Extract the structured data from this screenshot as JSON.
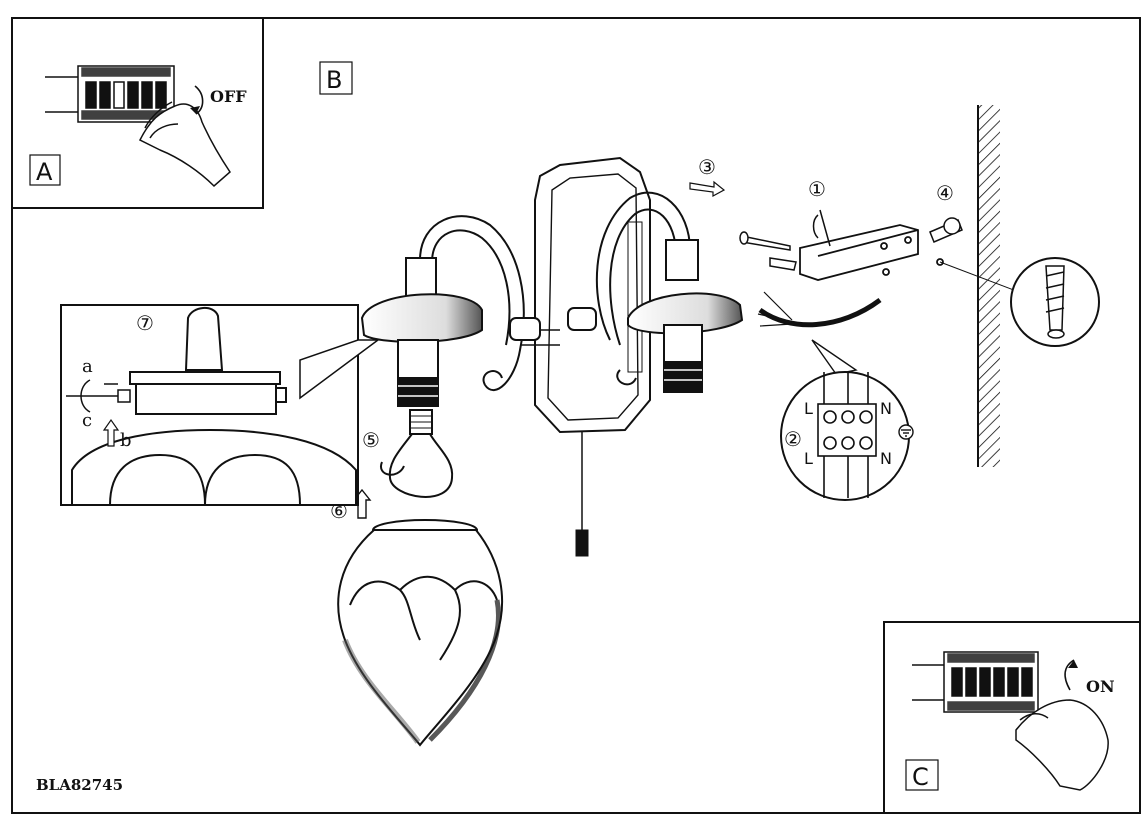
{
  "panels": {
    "A": {
      "label": "A",
      "switch_text": "OFF"
    },
    "B": {
      "label": "B"
    },
    "C": {
      "label": "C",
      "switch_text": "ON"
    }
  },
  "steps": {
    "s1": "①",
    "s2": "②",
    "s3": "③",
    "s4": "④",
    "s5": "⑤",
    "s6": "⑥",
    "s7": "⑦"
  },
  "screw_labels": {
    "a": "a",
    "b": "b",
    "c": "c"
  },
  "terminal_labels": {
    "L_top": "L",
    "N_top": "N",
    "L_bottom": "L",
    "N_bottom": "N"
  },
  "model_code": "BLA82745"
}
